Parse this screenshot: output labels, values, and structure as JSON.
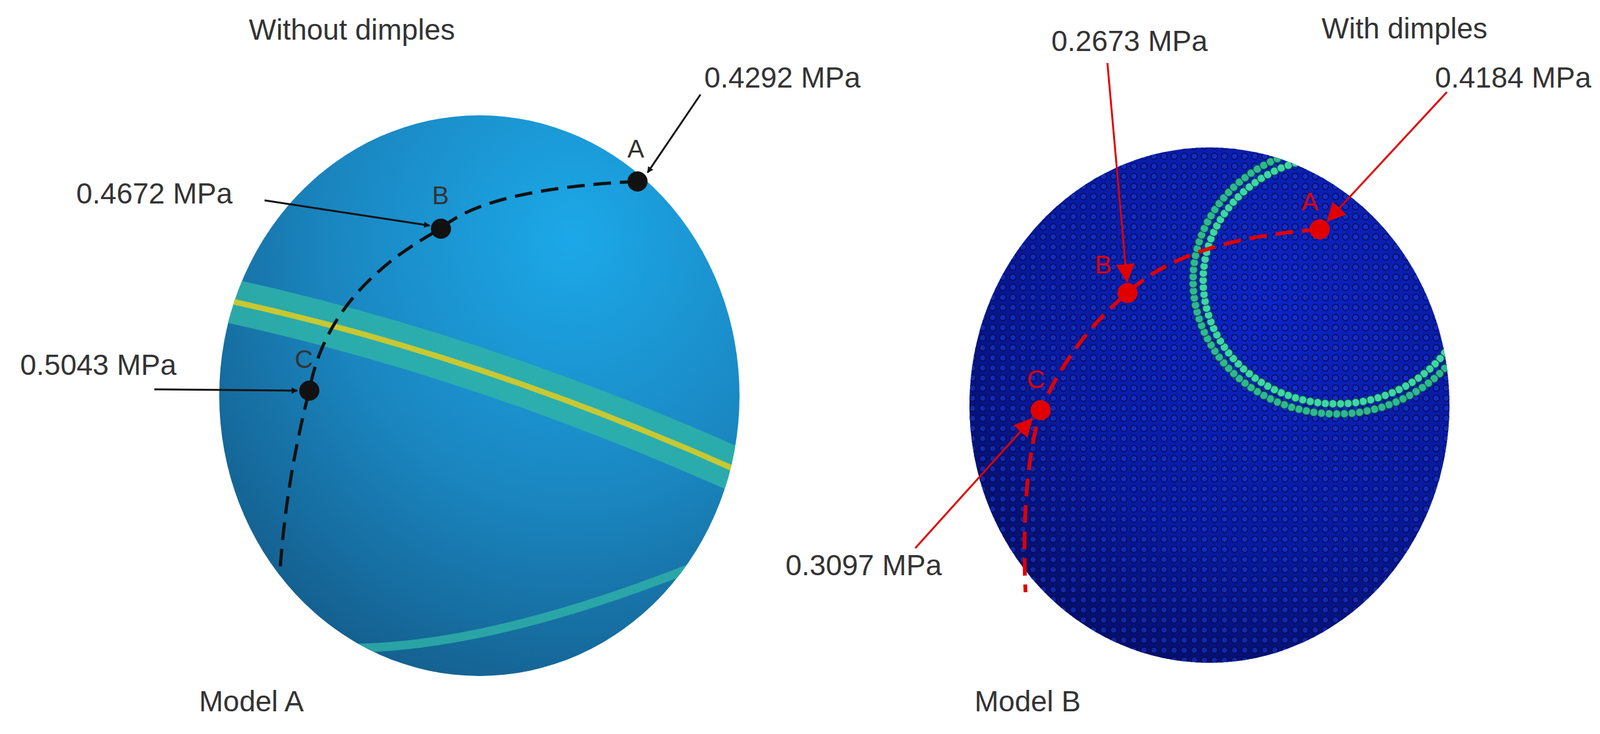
{
  "diagram": {
    "labels": [
      "Without dimples",
      "0.4292 MPa",
      "A",
      "0.4672 MPa",
      "B",
      "0.5043 MPa",
      "C",
      "Model A",
      "With dimples",
      "0.2673 MPa",
      "0.4184 MPa",
      "B",
      "A",
      "C",
      "0.3097 MPa",
      "Model B"
    ]
  }
}
